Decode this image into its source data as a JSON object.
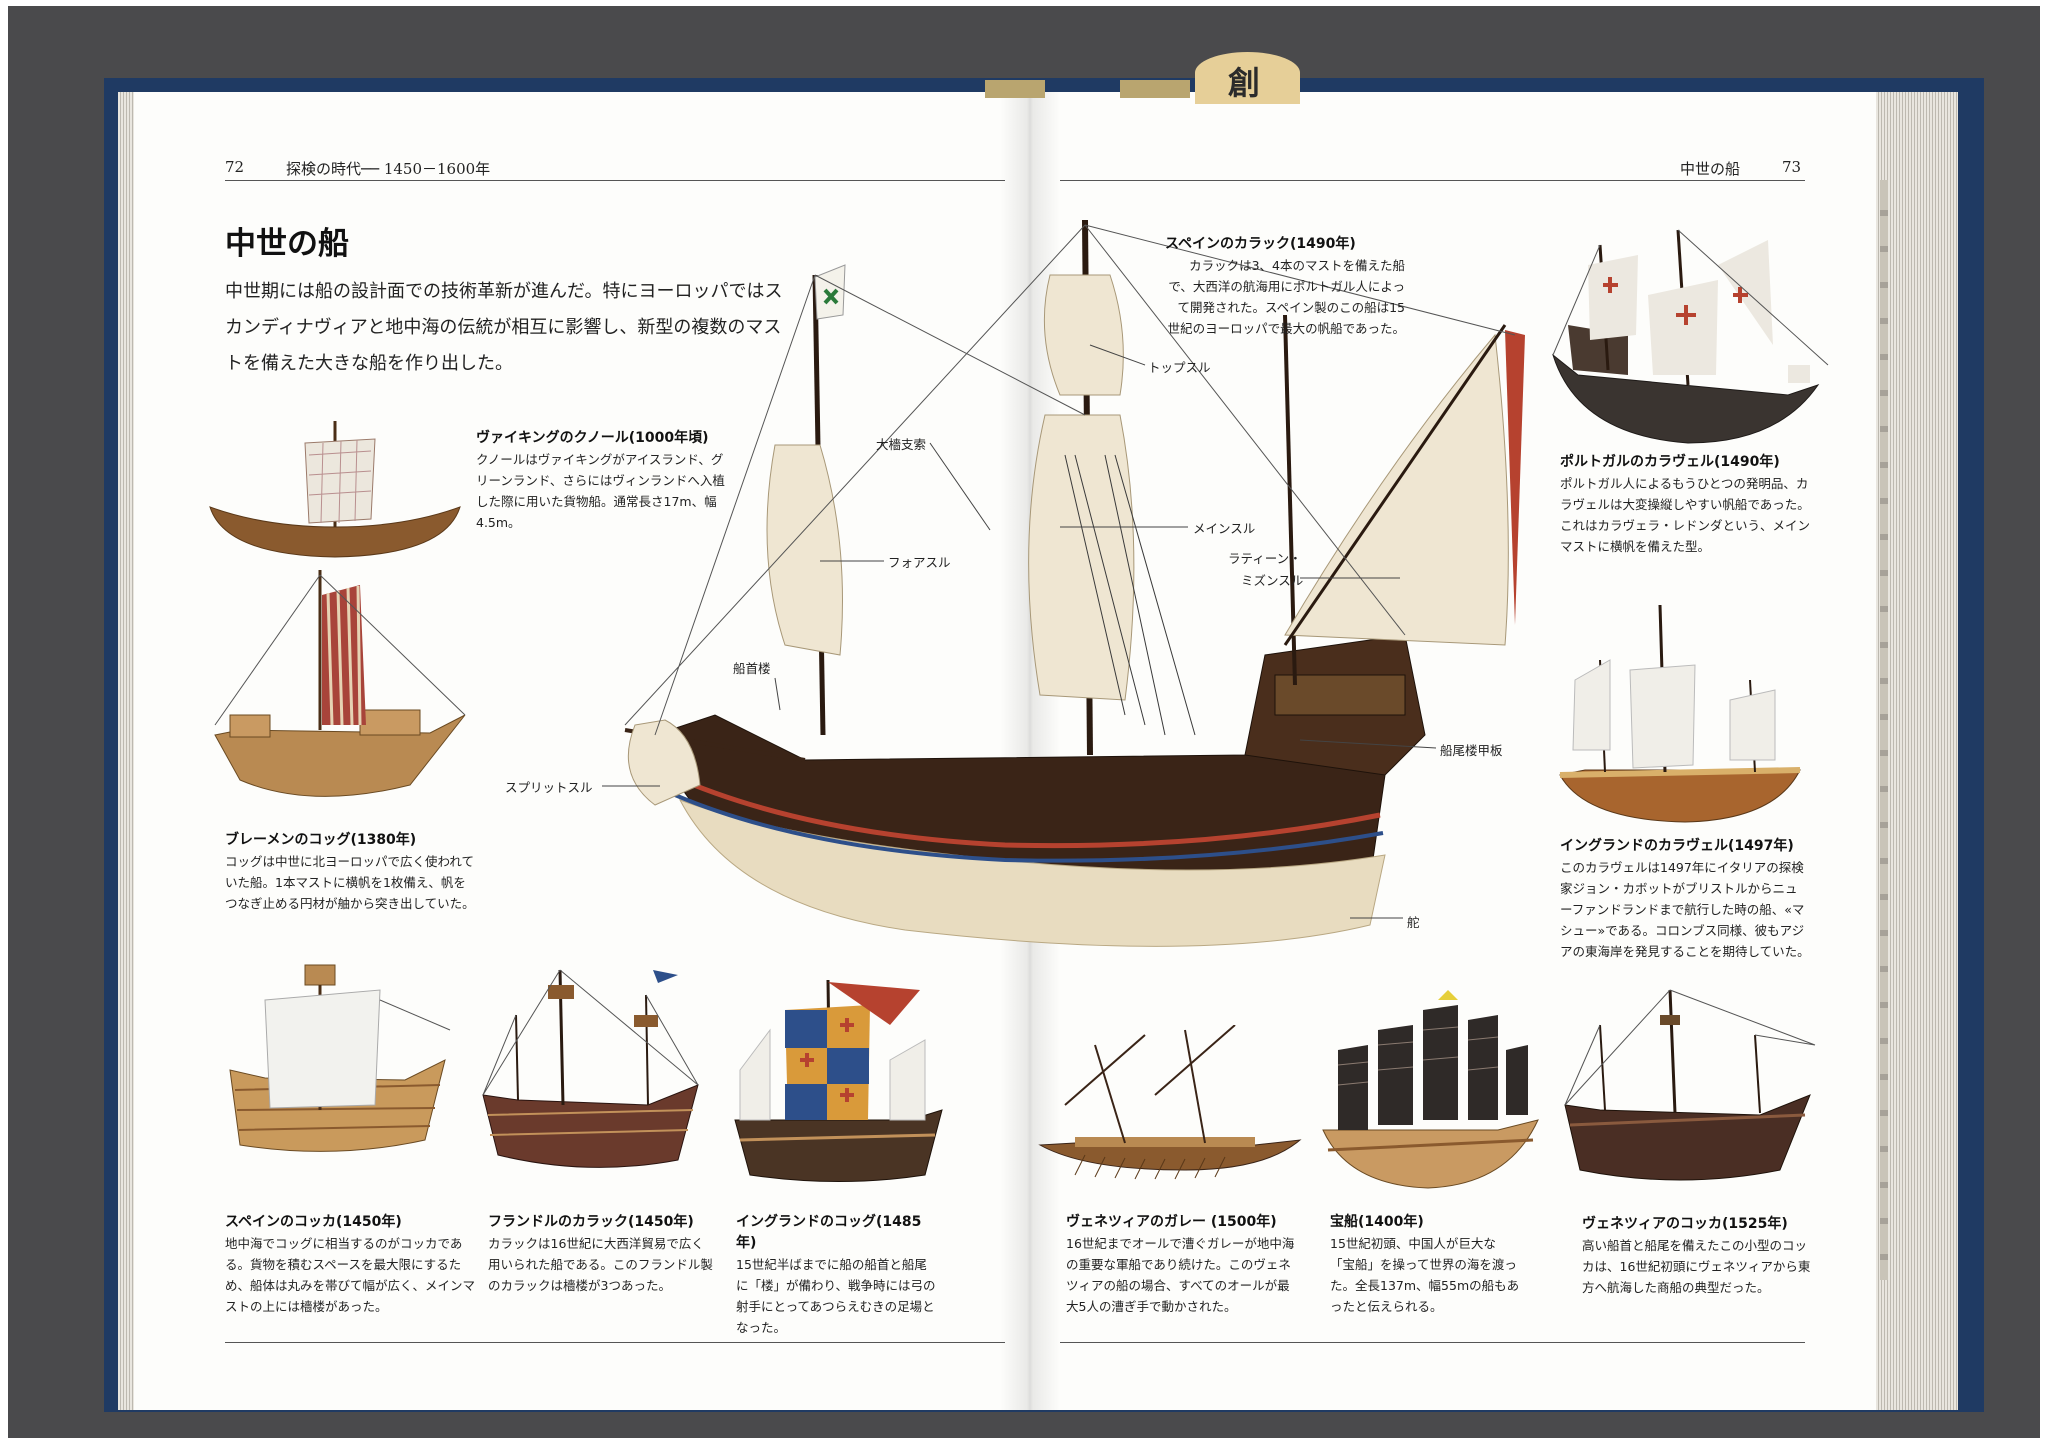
{
  "bookmark_char": "創",
  "left_page": {
    "page_number": "72",
    "running_head": "探検の時代── 1450－1600年",
    "title": "中世の船",
    "intro": "中世期には船の設計面での技術革新が進んだ。特にヨーロッパではスカンディナヴィアと地中海の伝統が相互に影響し、新型の複数のマストを備えた大きな船を作り出した。"
  },
  "right_page": {
    "page_number": "73",
    "running_head": "中世の船"
  },
  "captions": {
    "viking": {
      "title": "ヴァイキングのクノール(1000年頃)",
      "text": "クノールはヴァイキングがアイスランド、グリーンランド、さらにはヴィンランドへ入植した際に用いた貨物船。通常長さ17m、幅4.5m。"
    },
    "bremen": {
      "title": "ブレーメンのコッグ(1380年)",
      "text": "コッグは中世に北ヨーロッパで広く使われていた船。1本マストに横帆を1枚備え、帆をつなぎ止める円材が舳から突き出していた。"
    },
    "spain_cocca": {
      "title": "スペインのコッカ(1450年)",
      "text": "地中海でコッグに相当するのがコッカである。貨物を積むスペースを最大限にするため、船体は丸みを帯びて幅が広く、メインマストの上には檣楼があった。"
    },
    "flanders": {
      "title": "フランドルのカラック(1450年)",
      "text": "カラックは16世紀に大西洋貿易で広く用いられた船である。このフランドル製のカラックは檣楼が3つあった。"
    },
    "england_cog": {
      "title": "イングランドのコッグ(1485年)",
      "text": "15世紀半ばまでに船の船首と船尾に「楼」が備わり、戦争時には弓の射手にとってあつらえむきの足場となった。"
    },
    "spain_carrack": {
      "title": "スペインのカラック(1490年)",
      "text": "カラックは3、4本のマストを備えた船で、大西洋の航海用にポルトガル人によって開発された。スペイン製のこの船は15世紀のヨーロッパで最大の帆船であった。"
    },
    "portugal": {
      "title": "ポルトガルのカラヴェル(1490年)",
      "text": "ポルトガル人によるもうひとつの発明品、カラヴェルは大変操縦しやすい帆船であった。これはカラヴェラ・レドンダという、メインマストに横帆を備えた型。"
    },
    "england_caravel": {
      "title": "イングランドのカラヴェル(1497年)",
      "text": "このカラヴェルは1497年にイタリアの探検家ジョン・カボットがブリストルからニューファンドランドまで航行した時の船、«マシュー»である。コロンブス同様、彼もアジアの東海岸を発見することを期待していた。"
    },
    "venice_galley": {
      "title": "ヴェネツィアのガレー (1500年)",
      "text": "16世紀までオールで漕ぐガレーが地中海の重要な軍船であり続けた。このヴェネツィアの船の場合、すべてのオールが最大5人の漕ぎ手で動かされた。"
    },
    "treasure": {
      "title": "宝船(1400年)",
      "text": "15世紀初頭、中国人が巨大な「宝船」を操って世界の海を渡った。全長137m、幅55mの船もあったと伝えられる。"
    },
    "venice_cocca": {
      "title": "ヴェネツィアのコッカ(1525年)",
      "text": "高い船首と船尾を備えたこの小型のコッカは、16世紀初頭にヴェネツィアから東方へ航海した商船の典型だった。"
    }
  },
  "labels": {
    "topsail": "トップスル",
    "mainstay": "大檣支索",
    "mainsail": "メインスル",
    "foresail": "フォアスル",
    "lateen": "ラティーン・",
    "mizzen": "ミズンスル",
    "forecastle": "船首楼",
    "poop": "船尾楼甲板",
    "spritsail": "スプリットスル",
    "rudder": "舵"
  },
  "colors": {
    "cover": "#1f3a63",
    "hull_dark": "#3a2417",
    "hull_light": "#e8dcc0",
    "sail": "#efe6d2",
    "page": "#fdfdfb"
  }
}
